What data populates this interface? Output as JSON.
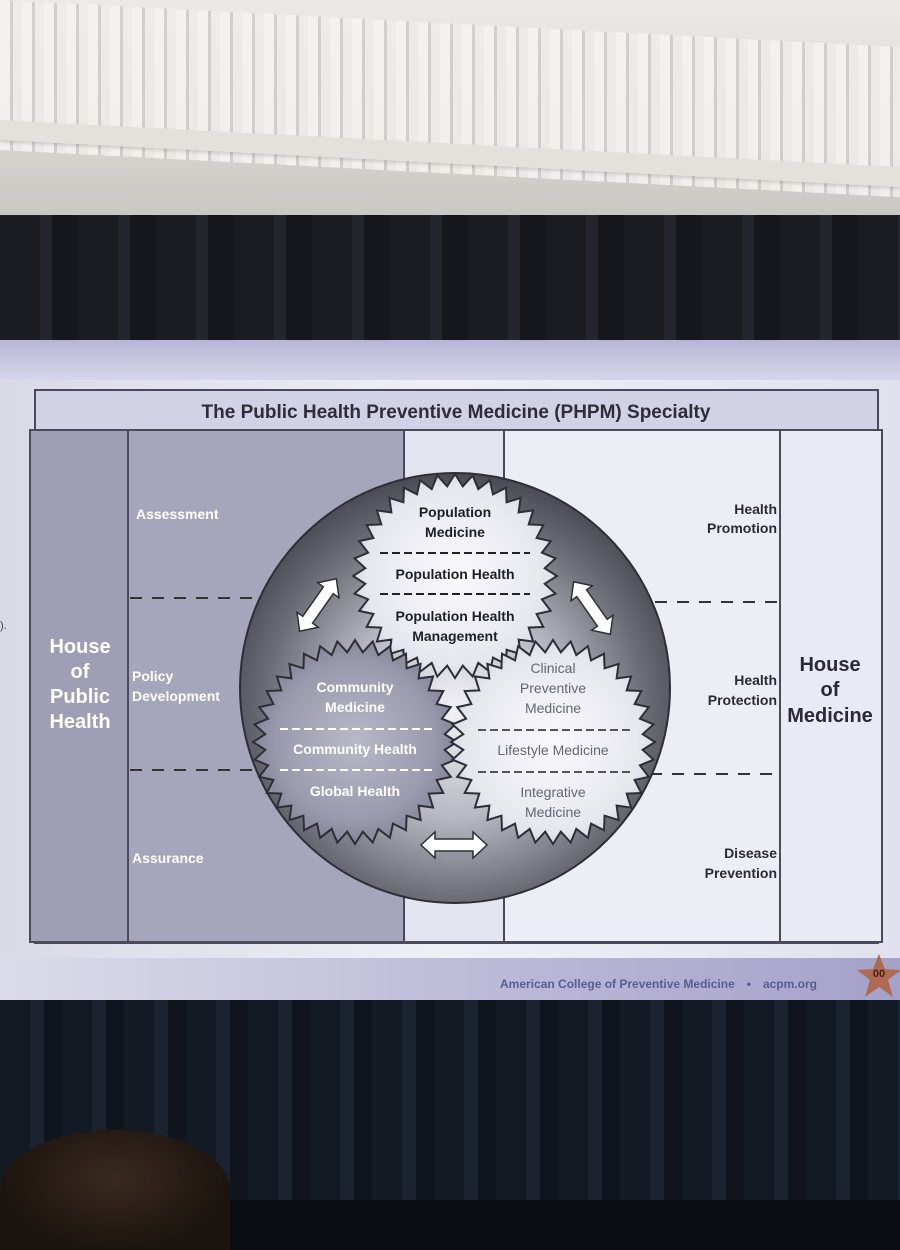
{
  "title": "The Public Health Preventive Medicine (PHPM) Specialty",
  "house_public_health": [
    "House",
    "of",
    "Public",
    "Health"
  ],
  "house_medicine": [
    "House",
    "of",
    "Medicine"
  ],
  "left_functions": {
    "assessment": "Assessment",
    "policy": [
      "Policy",
      "Development"
    ],
    "assurance": "Assurance"
  },
  "right_functions": {
    "promotion": [
      "Health",
      "Promotion"
    ],
    "protection": [
      "Health",
      "Protection"
    ],
    "prevention": [
      "Disease",
      "Prevention"
    ]
  },
  "population_gear": {
    "medicine": [
      "Population",
      "Medicine"
    ],
    "health": "Population Health",
    "management": [
      "Population Health",
      "Management"
    ]
  },
  "community_gear": {
    "medicine": [
      "Community",
      "Medicine"
    ],
    "health": "Community Health",
    "global": "Global Health"
  },
  "clinical_gear": {
    "medicine": [
      "Clinical",
      "Preventive",
      "Medicine"
    ],
    "lifestyle": "Lifestyle Medicine",
    "integrative": [
      "Integrative",
      "Medicine"
    ]
  },
  "footer": {
    "org": "American College of Preventive Medicine",
    "separator": "•",
    "url": "acpm.org",
    "slide_number": "00"
  },
  "edge_fragment": ")."
}
